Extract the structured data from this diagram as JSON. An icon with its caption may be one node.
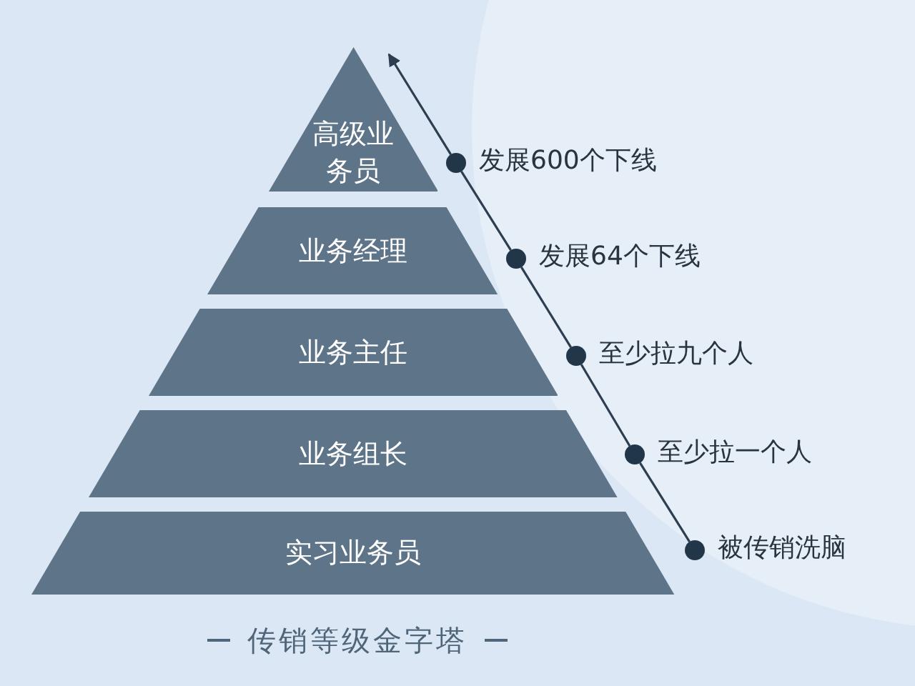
{
  "diagram": {
    "title": "传销等级金字塔",
    "nodes": [
      {
        "text": [
          "高级业务员"
        ]
      },
      {
        "text": [
          "业务经理"
        ]
      },
      {
        "text": [
          "业务主任"
        ]
      },
      {
        "text": [
          "业务组长"
        ]
      },
      {
        "text": [
          "实习业务员"
        ]
      },
      {
        "text": [],
        "shape": "circle",
        "beside": [
          "发展600个下线"
        ]
      },
      {
        "text": [],
        "shape": "circle",
        "beside": [
          "发展64个下线"
        ]
      },
      {
        "text": [],
        "shape": "circle",
        "beside": [
          "至少拉九个人"
        ]
      },
      {
        "text": [],
        "shape": "circle",
        "beside": [
          "至少拉一个人"
        ]
      },
      {
        "text": [],
        "shape": "circle",
        "beside": [
          "被传销洗脑"
        ]
      }
    ],
    "edges": [
      {
        "from": 9,
        "to": 8,
        "arrow": "none"
      },
      {
        "from": 8,
        "to": 7,
        "arrow": "none"
      },
      {
        "from": 7,
        "to": 6,
        "arrow": "none"
      },
      {
        "from": 6,
        "to": 5,
        "arrow": "none"
      },
      {
        "from": 5,
        "to": 0,
        "arrow": "to"
      }
    ]
  }
}
